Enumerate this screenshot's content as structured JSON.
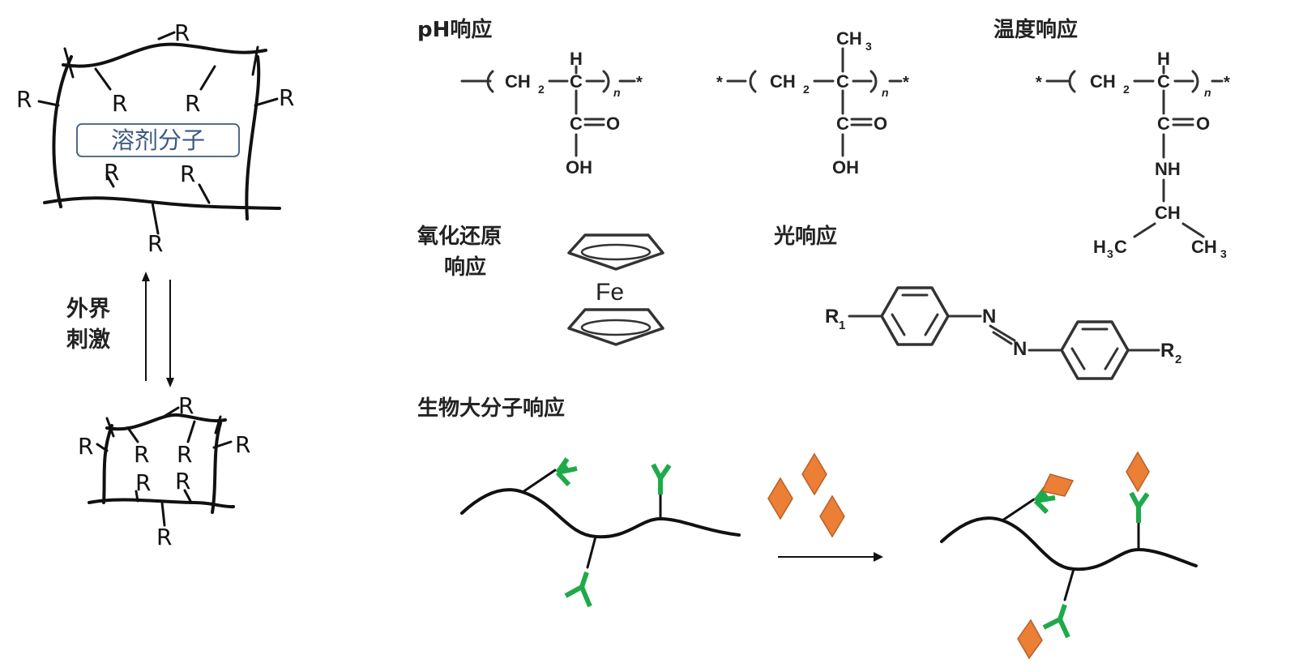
{
  "solvent_label": "溶剂分子",
  "stimulus_label_line1": "外界",
  "stimulus_label_line2": "刺激",
  "r_label": "R",
  "headings": {
    "ph": "pH响应",
    "temperature": "温度响应",
    "redox_line1": "氧化还原",
    "redox_line2": "响应",
    "light": "光响应",
    "biomolecule": "生物大分子响应"
  },
  "chem": {
    "star": "*",
    "h": "H",
    "ch": "CH",
    "ch2": "CH",
    "sub2": "2",
    "sub3": "3",
    "c": "C",
    "o": "O",
    "oh": "OH",
    "n": "n",
    "nh": "NH",
    "ch3": "CH",
    "h3c": "H",
    "fe": "Fe",
    "r1": "R",
    "r2": "R",
    "sub1": "1",
    "n_atom": "N"
  },
  "colors": {
    "antibody": "#1faa4a",
    "antigen": "#ea7f35",
    "solvent_box": "#3d5a80"
  }
}
